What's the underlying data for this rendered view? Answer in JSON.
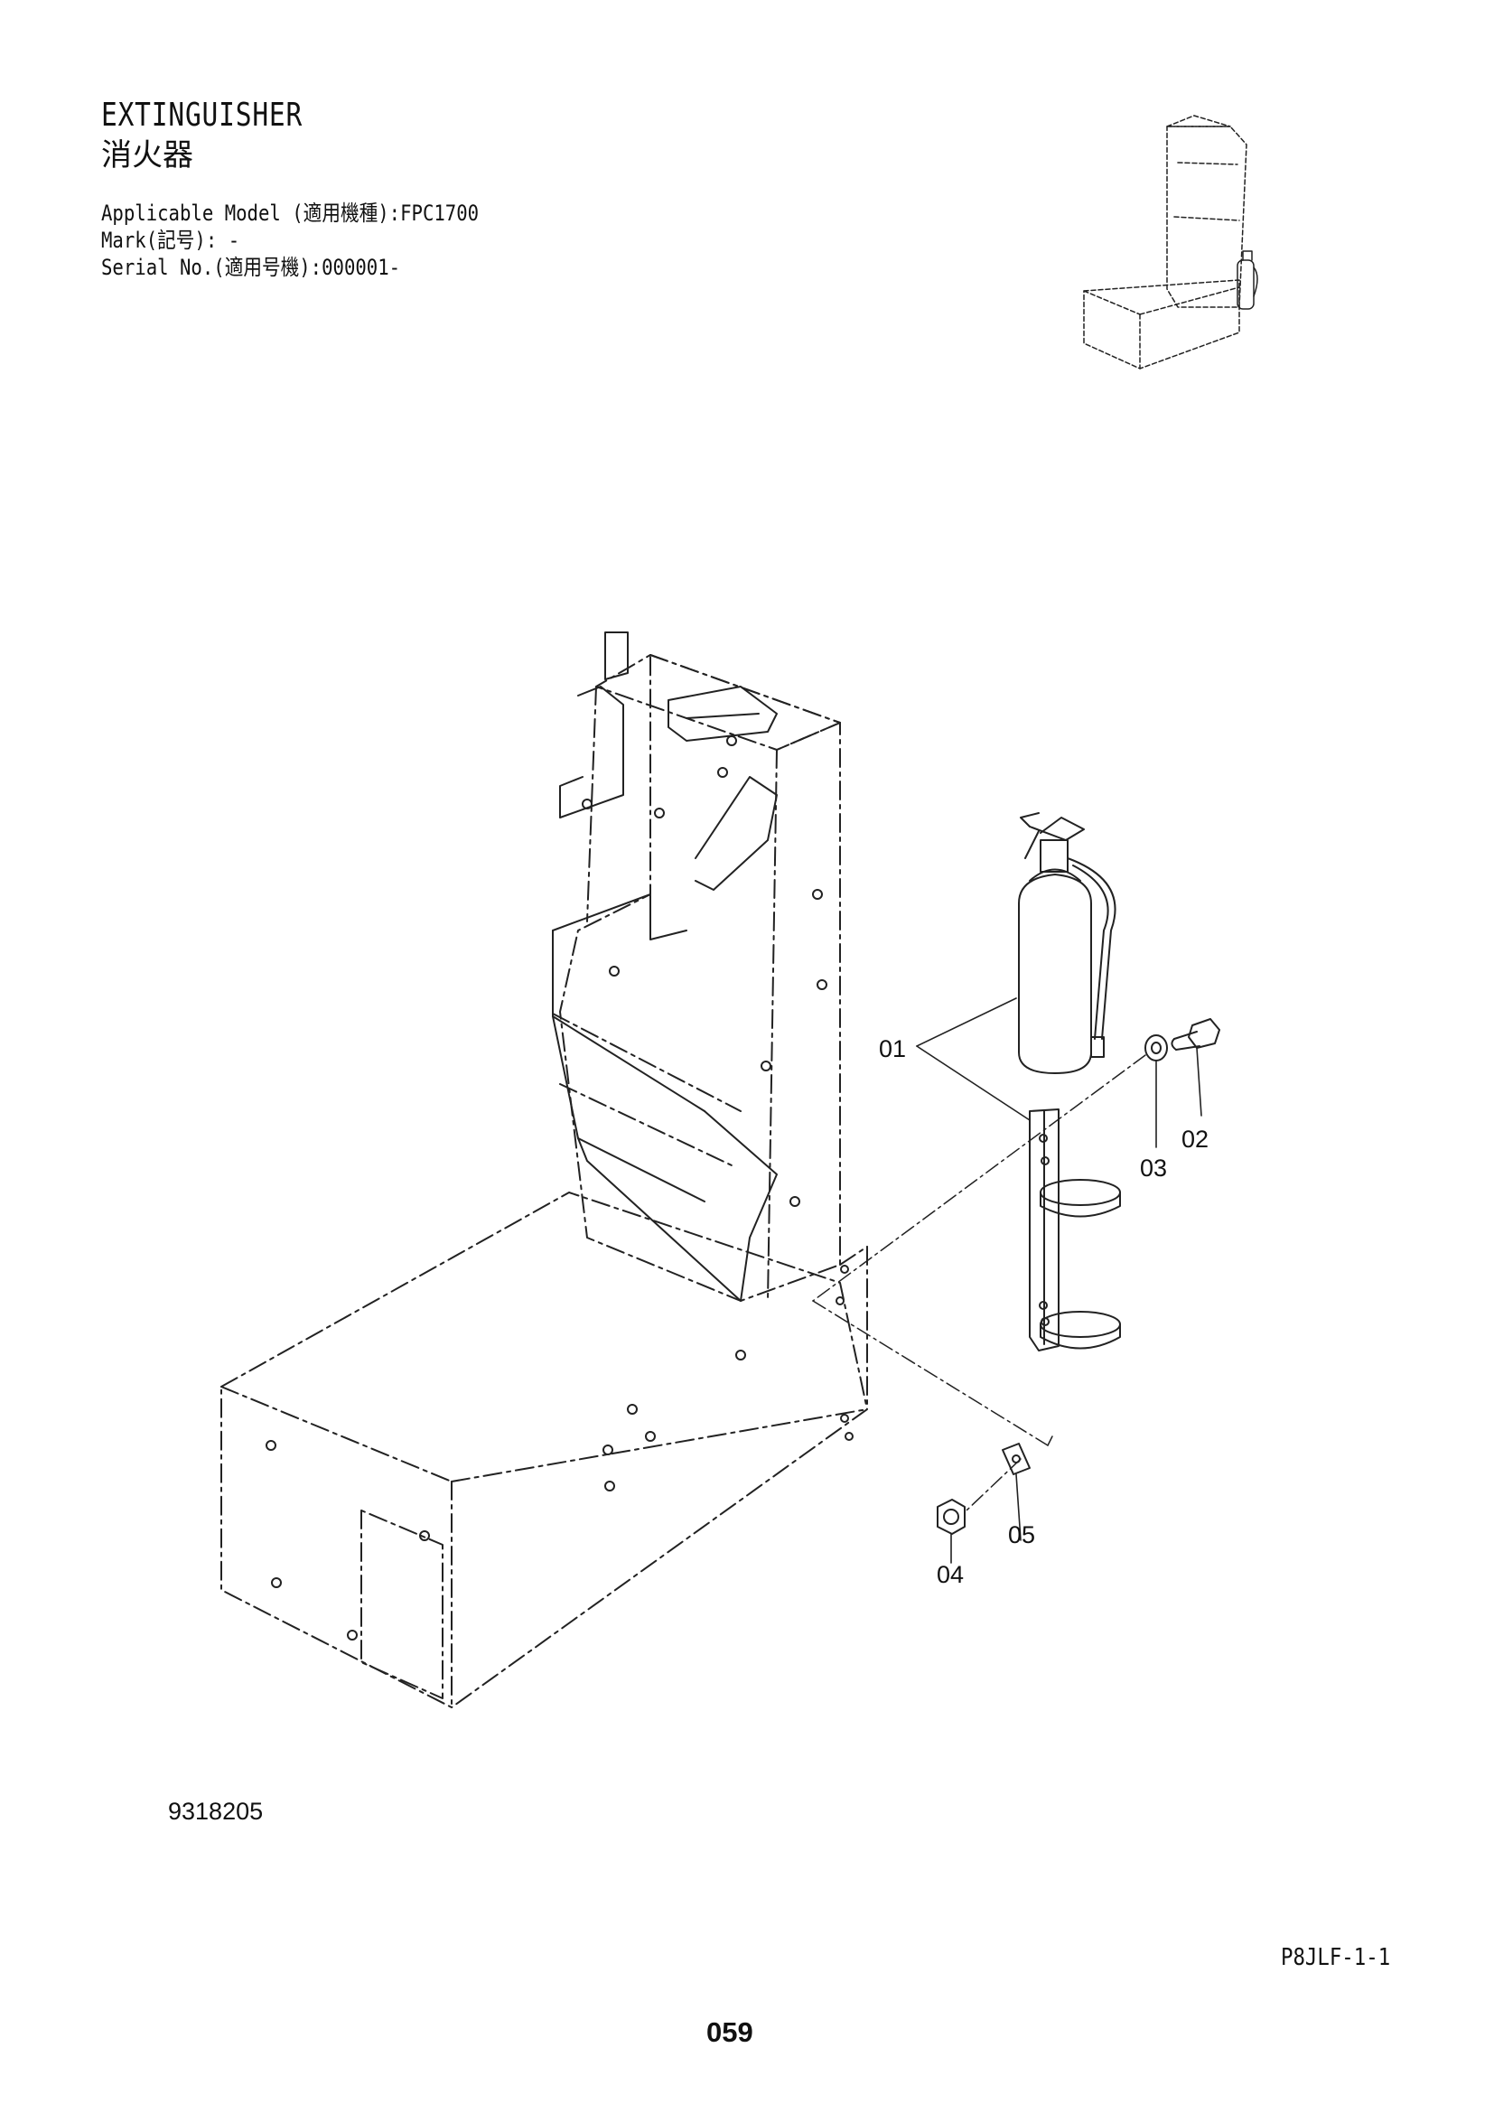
{
  "header": {
    "title": "EXTINGUISHER",
    "title_jp": "消火器",
    "applicable_model": "Applicable Model (適用機種):FPC1700",
    "mark": "Mark(記号): -",
    "serial_no": "Serial No.(適用号機):000001-"
  },
  "diagram": {
    "callouts": [
      "01",
      "02",
      "03",
      "04",
      "05"
    ],
    "drawing_number": "9318205"
  },
  "footer": {
    "doc_code": "P8JLF-1-1",
    "page_number": "059"
  }
}
